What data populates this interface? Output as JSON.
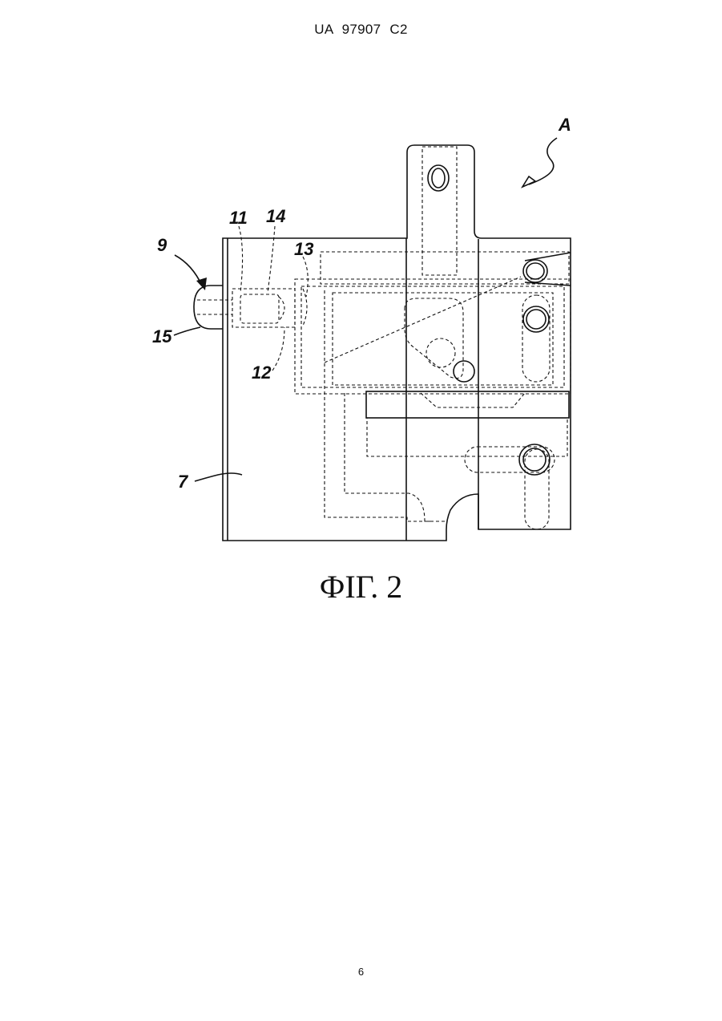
{
  "header": {
    "text": "UA 97907 C2"
  },
  "figure": {
    "caption": "ФІГ. 2",
    "labels": {
      "a": "A",
      "n9": "9",
      "n11": "11",
      "n14": "14",
      "n13": "13",
      "n15": "15",
      "n12": "12",
      "n7": "7"
    }
  },
  "footer": {
    "page_number": "6"
  }
}
